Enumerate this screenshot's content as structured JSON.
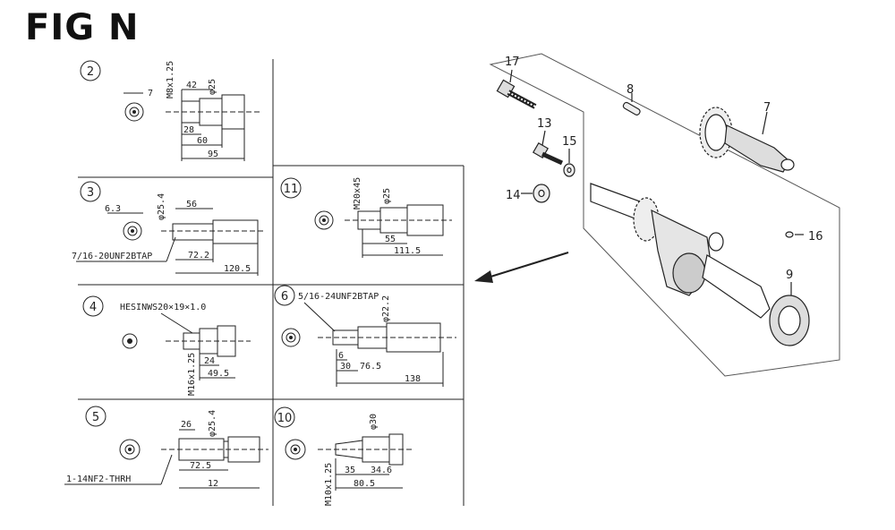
{
  "title": "FIG N",
  "variants": [
    {
      "num": "2",
      "dims": [
        "7",
        "42",
        "M8x1.25",
        "φ25",
        "28",
        "60",
        "95"
      ]
    },
    {
      "num": "3",
      "dims": [
        "6.3",
        "φ25.4",
        "56",
        "72.2",
        "120.5"
      ],
      "note": "7/16-20UNF2BTAP"
    },
    {
      "num": "4",
      "note": "HESINWS20×19×1.0",
      "dims": [
        "M16x1.25",
        "24",
        "49.5"
      ]
    },
    {
      "num": "5",
      "dims": [
        "26",
        "φ25.4",
        "72.5",
        "12"
      ],
      "note": "1-14NF2-THRH"
    },
    {
      "num": "11",
      "dims": [
        "M20x45",
        "φ25",
        "55",
        "111.5"
      ]
    },
    {
      "num": "6",
      "note": "5/16-24UNF2BTAP",
      "dims": [
        "φ22.2",
        "6",
        "30",
        "76.5",
        "138"
      ]
    },
    {
      "num": "10",
      "dims": [
        "φ30",
        "M10x1.25",
        "35",
        "34.6",
        "80.5"
      ]
    }
  ],
  "callouts": [
    "17",
    "8",
    "7",
    "13",
    "15",
    "14",
    "16",
    "9"
  ]
}
